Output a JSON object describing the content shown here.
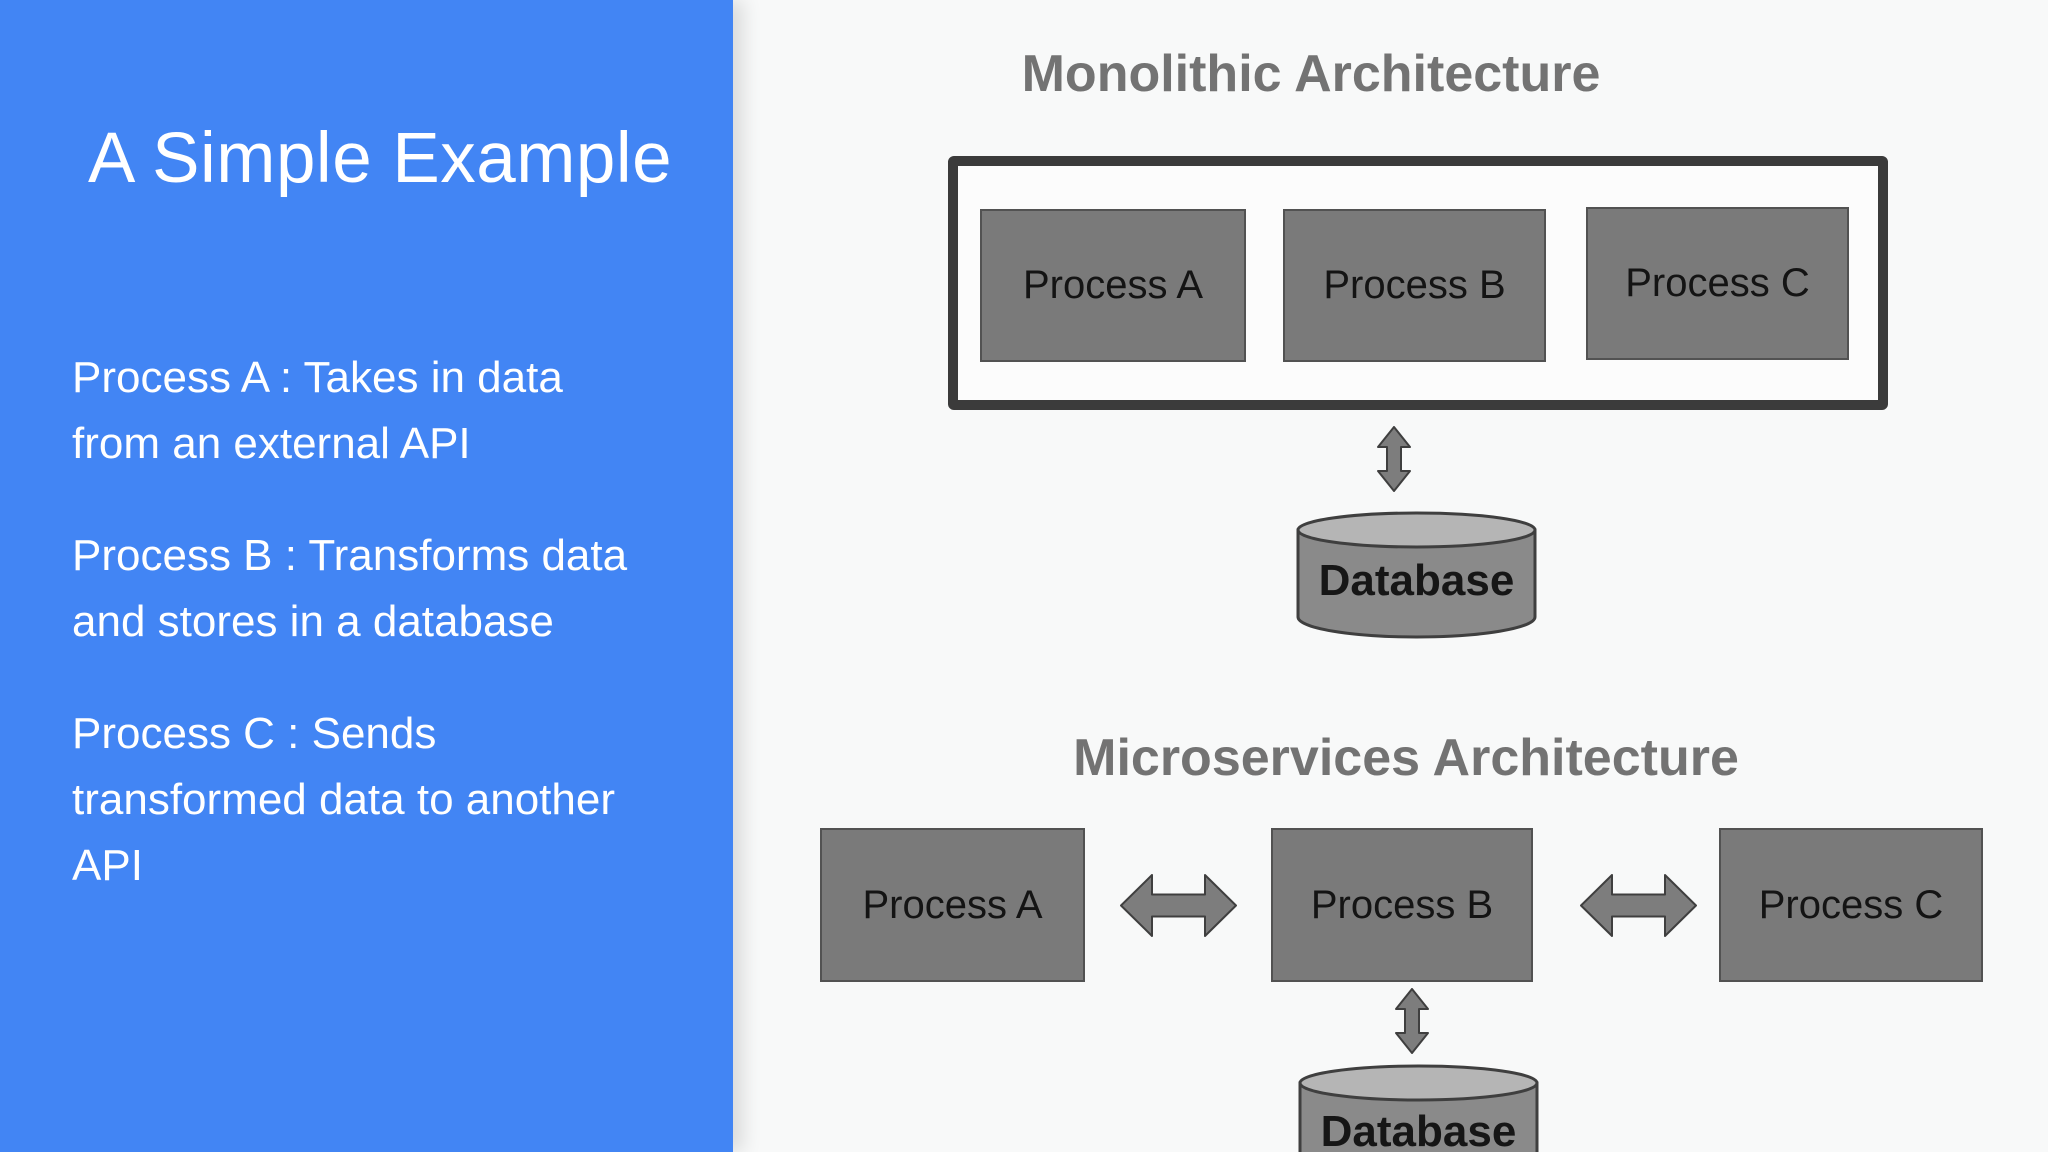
{
  "sidebar": {
    "title": "A Simple Example",
    "paragraphs": [
      "Process A : Takes in data from an external API",
      "Process B : Transforms data and stores in a database",
      "Process C : Sends transformed data to another API"
    ]
  },
  "monolithic": {
    "title": "Monolithic Architecture",
    "processes": [
      "Process A",
      "Process B",
      "Process C"
    ],
    "database_label": "Database"
  },
  "microservices": {
    "title": "Microservices Architecture",
    "processes": [
      "Process A",
      "Process B",
      "Process C"
    ],
    "database_label": "Database"
  },
  "colors": {
    "sidebar_blue": "#4285F4",
    "canvas_background": "#F8F9F9",
    "box_gray": "#7A7A7A",
    "box_border": "#525252",
    "container_border": "#3B3B3B",
    "section_title_gray": "#737373",
    "cylinder_body": "#8A8A8A",
    "cylinder_top": "#B5B5B5",
    "arrow_fill": "#7D7D7D",
    "arrow_outline": "#3F3F3F",
    "text_white": "#FFFFFF",
    "text_black": "#141414"
  }
}
